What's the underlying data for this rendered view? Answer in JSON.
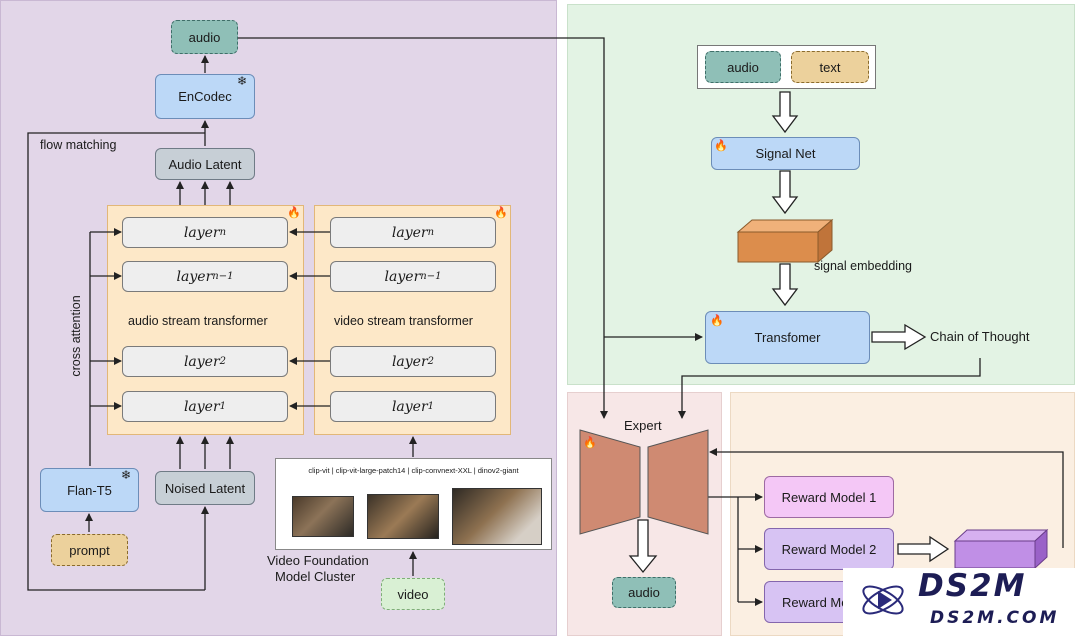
{
  "left": {
    "audio_out": "audio",
    "encodec": "EnCodec",
    "flow_matching": "flow matching",
    "audio_latent": "Audio Latent",
    "cross_attention": "cross attention",
    "audio_stream": "audio stream transformer",
    "video_stream": "video stream transformer",
    "layer_word": "layer",
    "subs": [
      "n",
      "n−1",
      "2",
      "1"
    ],
    "flan": "Flan-T5",
    "prompt": "prompt",
    "noised": "Noised Latent",
    "encoders": "clip-vit | clip-vit-large-patch14 | clip-convnext-XXL | dinov2-giant",
    "cluster_line1": "Video Foundation",
    "cluster_line2": "Model Cluster",
    "video": "video"
  },
  "top_right": {
    "audio": "audio",
    "text": "text",
    "signal_net": "Signal Net",
    "signal_embedding": "signal embedding",
    "transformer": "Transfomer",
    "cot": "Chain of Thought"
  },
  "bottom_right": {
    "expert": "Expert",
    "audio": "audio",
    "rm1": "Reward Model 1",
    "rm2": "Reward Model 2",
    "rm3": "Reward Mo"
  },
  "watermark": {
    "title": "DS2M",
    "url": "DS2M.COM"
  },
  "colors": {
    "left_panel": "#e2d6e8",
    "top_right_panel": "#e3f3e4",
    "bottom_right_left": "#f7e7e7",
    "bottom_right_right": "#fbefe2",
    "transformer_box": "#fde8c8",
    "expert_fill": "#cf8a72",
    "flame": "#e8581b"
  }
}
